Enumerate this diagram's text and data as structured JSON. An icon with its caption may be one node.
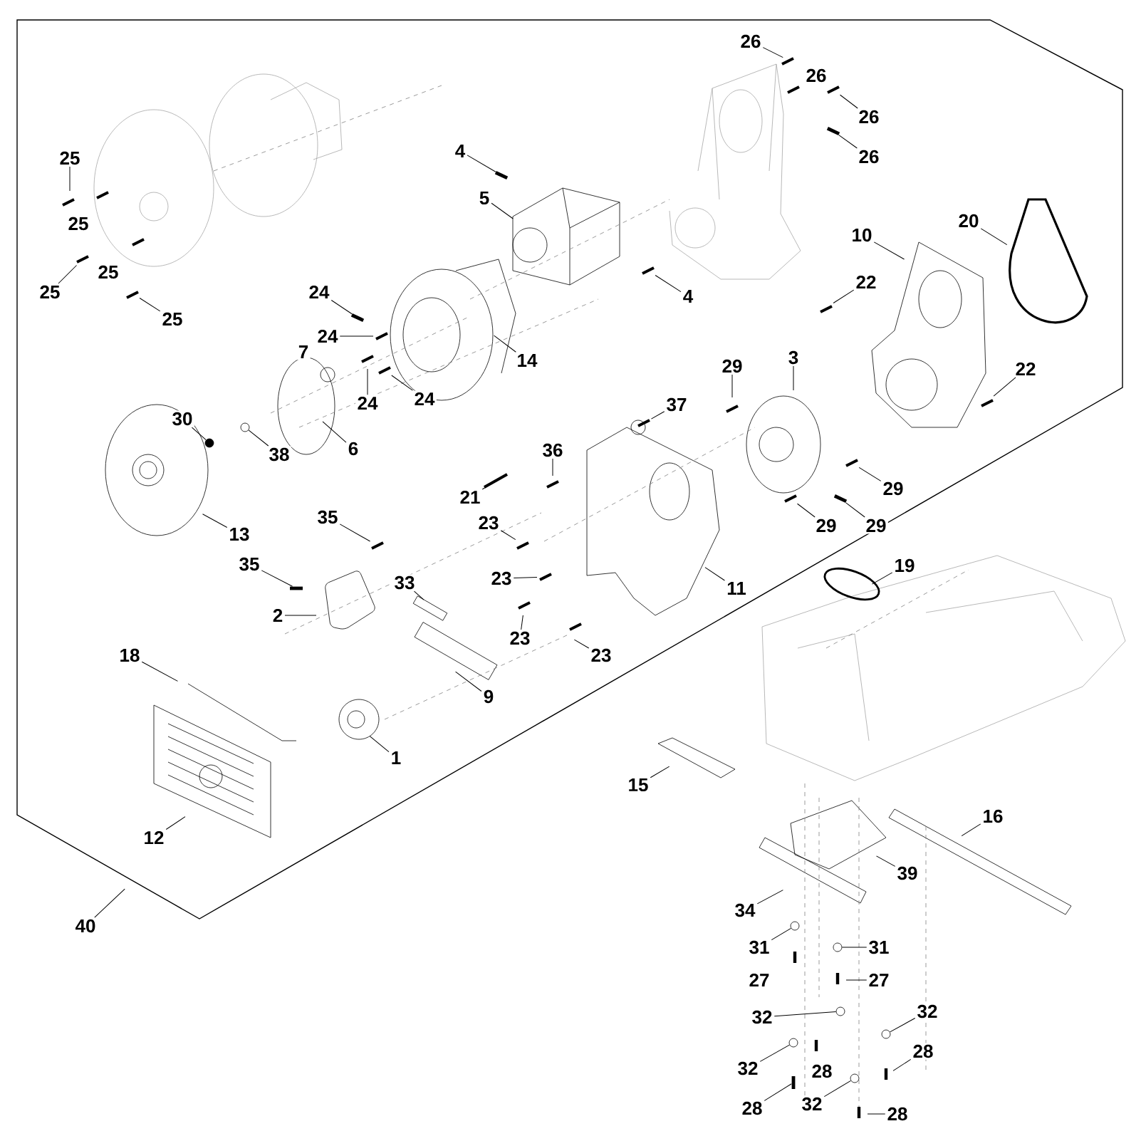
{
  "diagram": {
    "nodes": [
      {
        "text": [
          "25"
        ]
      },
      {
        "text": [
          "25"
        ]
      },
      {
        "text": [
          "25"
        ]
      },
      {
        "text": [
          "4"
        ]
      },
      {
        "text": [
          "5"
        ]
      },
      {
        "text": [
          "24"
        ]
      },
      {
        "text": [
          "24"
        ]
      },
      {
        "text": [
          "24"
        ]
      },
      {
        "text": [
          "24"
        ]
      },
      {
        "text": [
          "14"
        ]
      },
      {
        "text": [
          "6"
        ]
      },
      {
        "text": [
          "38"
        ]
      },
      {
        "text": [
          "30"
        ]
      },
      {
        "text": [
          "13"
        ]
      },
      {
        "text": [
          "4"
        ]
      },
      {
        "text": [
          "26"
        ]
      },
      {
        "text": [
          "26"
        ]
      },
      {
        "text": [
          "26"
        ]
      },
      {
        "text": [
          "10"
        ]
      },
      {
        "text": [
          "20"
        ]
      },
      {
        "text": [
          "22"
        ]
      },
      {
        "text": [
          "22"
        ]
      },
      {
        "text": [
          "3"
        ]
      },
      {
        "text": [
          "29"
        ]
      },
      {
        "text": [
          "29"
        ]
      },
      {
        "text": [
          "29"
        ]
      },
      {
        "text": [
          "29"
        ]
      },
      {
        "text": [
          "37"
        ]
      },
      {
        "text": [
          "36"
        ]
      },
      {
        "text": [
          "21"
        ]
      },
      {
        "text": [
          "23"
        ]
      },
      {
        "text": [
          "23"
        ]
      },
      {
        "text": [
          "23"
        ]
      },
      {
        "text": [
          "23"
        ]
      },
      {
        "text": [
          "11"
        ]
      },
      {
        "text": [
          "35"
        ]
      },
      {
        "text": [
          "35"
        ]
      },
      {
        "text": [
          "2"
        ]
      },
      {
        "text": [
          "33"
        ]
      },
      {
        "text": [
          "9"
        ]
      },
      {
        "text": [
          "18"
        ]
      },
      {
        "text": [
          "1"
        ]
      },
      {
        "text": [
          "12"
        ]
      },
      {
        "text": [
          "40"
        ]
      },
      {
        "text": [
          "19"
        ]
      },
      {
        "text": [
          "15"
        ]
      },
      {
        "text": [
          "16"
        ]
      },
      {
        "text": [
          "39"
        ]
      },
      {
        "text": [
          "34"
        ]
      },
      {
        "text": [
          "31"
        ]
      },
      {
        "text": [
          "31"
        ]
      },
      {
        "text": [
          "27"
        ]
      },
      {
        "text": [
          "32"
        ]
      },
      {
        "text": [
          "32"
        ]
      },
      {
        "text": [
          "32"
        ]
      },
      {
        "text": [
          "32"
        ]
      },
      {
        "text": [
          "28"
        ]
      },
      {
        "text": [
          "28"
        ]
      },
      {
        "text": [
          "28"
        ]
      },
      {
        "text": [],
        "shape": "bar"
      },
      {
        "text": [],
        "shape": "bar"
      },
      {
        "text": [],
        "shape": "bar"
      },
      {
        "text": [],
        "shape": "circle"
      },
      {
        "text": [],
        "shape": "circle"
      },
      {
        "text": [],
        "shape": "bar"
      },
      {
        "text": [],
        "shape": "bar"
      },
      {
        "text": [],
        "shape": "circle"
      },
      {
        "text": [],
        "shape": "circle"
      },
      {
        "text": [],
        "shape": "circle"
      },
      {
        "text": [],
        "shape": "circle"
      },
      {
        "text": [],
        "shape": "circle"
      },
      {
        "text": [],
        "shape": "circle"
      },
      {
        "text": [],
        "shape": "bar"
      }
    ],
    "edges": [
      {
        "from": 0,
        "to": null,
        "arrow": "none"
      },
      {
        "from": 1,
        "to": null,
        "arrow": "none"
      },
      {
        "from": 2,
        "to": null,
        "arrow": "none"
      },
      {
        "from": 3,
        "to": 60,
        "arrow": "none"
      },
      {
        "from": 4,
        "to": null,
        "arrow": "none"
      },
      {
        "from": 5,
        "to": 61,
        "arrow": "none"
      },
      {
        "from": 6,
        "to": null,
        "arrow": "none"
      },
      {
        "from": 7,
        "to": null,
        "arrow": "none"
      },
      {
        "from": 8,
        "to": null,
        "arrow": "none"
      },
      {
        "from": 9,
        "to": null,
        "arrow": "none"
      },
      {
        "from": 10,
        "to": null,
        "arrow": "none"
      },
      {
        "from": 11,
        "to": 62,
        "arrow": "none"
      },
      {
        "from": 12,
        "to": 63,
        "arrow": "none"
      },
      {
        "from": 13,
        "to": null,
        "arrow": "none"
      },
      {
        "from": 14,
        "to": null,
        "arrow": "none"
      },
      {
        "from": 15,
        "to": null,
        "arrow": "none"
      },
      {
        "from": 16,
        "to": null,
        "arrow": "none"
      },
      {
        "from": 17,
        "to": 59,
        "arrow": "none"
      },
      {
        "from": 18,
        "to": null,
        "arrow": "none"
      },
      {
        "from": 19,
        "to": null,
        "arrow": "none"
      },
      {
        "from": 20,
        "to": null,
        "arrow": "none"
      },
      {
        "from": 21,
        "to": null,
        "arrow": "none"
      },
      {
        "from": 22,
        "to": null,
        "arrow": "none"
      },
      {
        "from": 23,
        "to": null,
        "arrow": "none"
      },
      {
        "from": 24,
        "to": null,
        "arrow": "none"
      },
      {
        "from": 25,
        "to": null,
        "arrow": "none"
      },
      {
        "from": 26,
        "to": 64,
        "arrow": "none"
      },
      {
        "from": 27,
        "to": null,
        "arrow": "none"
      },
      {
        "from": 28,
        "to": null,
        "arrow": "none"
      },
      {
        "from": 29,
        "to": null,
        "arrow": "none"
      },
      {
        "from": 30,
        "to": null,
        "arrow": "none"
      },
      {
        "from": 31,
        "to": null,
        "arrow": "none"
      },
      {
        "from": 32,
        "to": null,
        "arrow": "none"
      },
      {
        "from": 33,
        "to": null,
        "arrow": "none"
      },
      {
        "from": 34,
        "to": null,
        "arrow": "none"
      },
      {
        "from": 35,
        "to": null,
        "arrow": "none"
      },
      {
        "from": 36,
        "to": 65,
        "arrow": "none"
      },
      {
        "from": 37,
        "to": null,
        "arrow": "none"
      },
      {
        "from": 38,
        "to": null,
        "arrow": "none"
      },
      {
        "from": 39,
        "to": null,
        "arrow": "none"
      },
      {
        "from": 40,
        "to": null,
        "arrow": "none"
      },
      {
        "from": 41,
        "to": null,
        "arrow": "none"
      },
      {
        "from": 42,
        "to": null,
        "arrow": "none"
      },
      {
        "from": 43,
        "to": null,
        "arrow": "none"
      },
      {
        "from": 44,
        "to": null,
        "arrow": "none"
      },
      {
        "from": 45,
        "to": null,
        "arrow": "none"
      },
      {
        "from": 46,
        "to": null,
        "arrow": "none"
      },
      {
        "from": 47,
        "to": null,
        "arrow": "none"
      },
      {
        "from": 48,
        "to": null,
        "arrow": "none"
      },
      {
        "from": 49,
        "to": 66,
        "arrow": "none"
      },
      {
        "from": 50,
        "to": 67,
        "arrow": "none"
      },
      {
        "from": 51,
        "to": null,
        "arrow": "none"
      },
      {
        "from": 52,
        "to": 68,
        "arrow": "none"
      },
      {
        "from": 53,
        "to": 69,
        "arrow": "none"
      },
      {
        "from": 54,
        "to": 70,
        "arrow": "none"
      },
      {
        "from": 55,
        "to": 71,
        "arrow": "none"
      },
      {
        "from": 56,
        "to": null,
        "arrow": "none"
      },
      {
        "from": 57,
        "to": 72,
        "arrow": "none"
      },
      {
        "from": 58,
        "to": null,
        "arrow": "none"
      }
    ],
    "labels": [
      "26",
      "25",
      "25",
      "7",
      "27",
      "28"
    ]
  }
}
